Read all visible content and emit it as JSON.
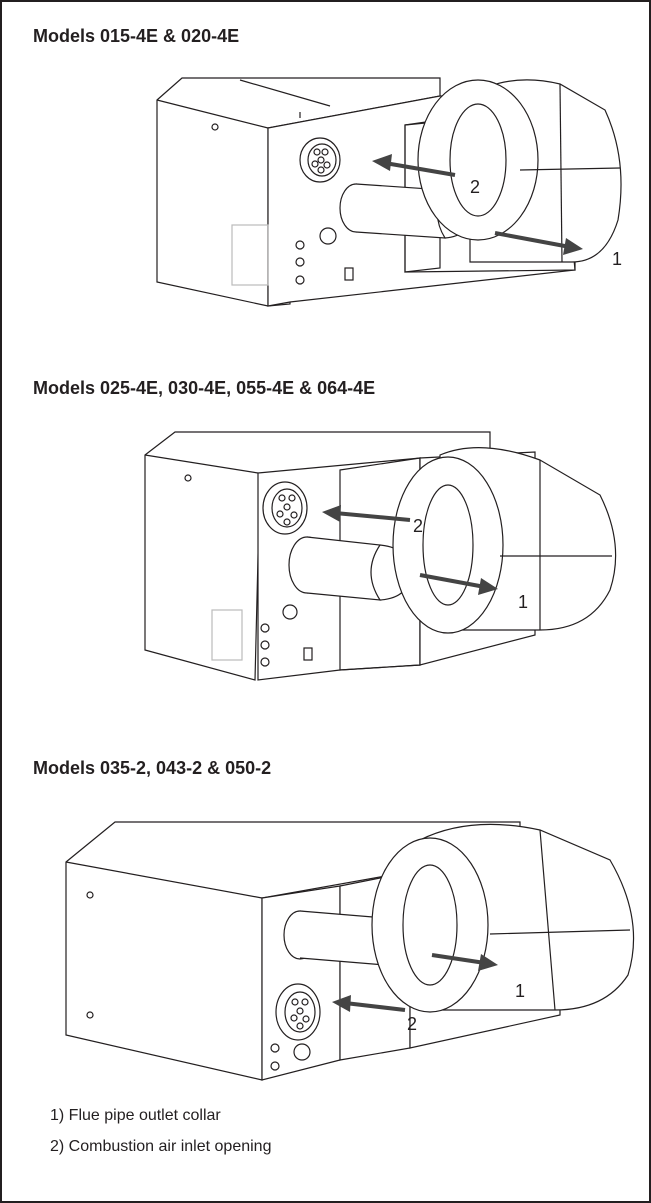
{
  "figures": [
    {
      "title": "Models 015-4E & 020-4E",
      "label_1": "1",
      "label_2": "2"
    },
    {
      "title": "Models 025-4E, 030-4E, 055-4E & 064-4E",
      "label_1": "1",
      "label_2": "2"
    },
    {
      "title": "Models 035-2, 043-2 & 050-2",
      "label_1": "1",
      "label_2": "2"
    }
  ],
  "legend": [
    "1) Flue pipe outlet collar",
    "2) Combustion air inlet opening"
  ],
  "colors": {
    "line": "#231f20",
    "arrow": "#444444",
    "background": "#ffffff"
  }
}
